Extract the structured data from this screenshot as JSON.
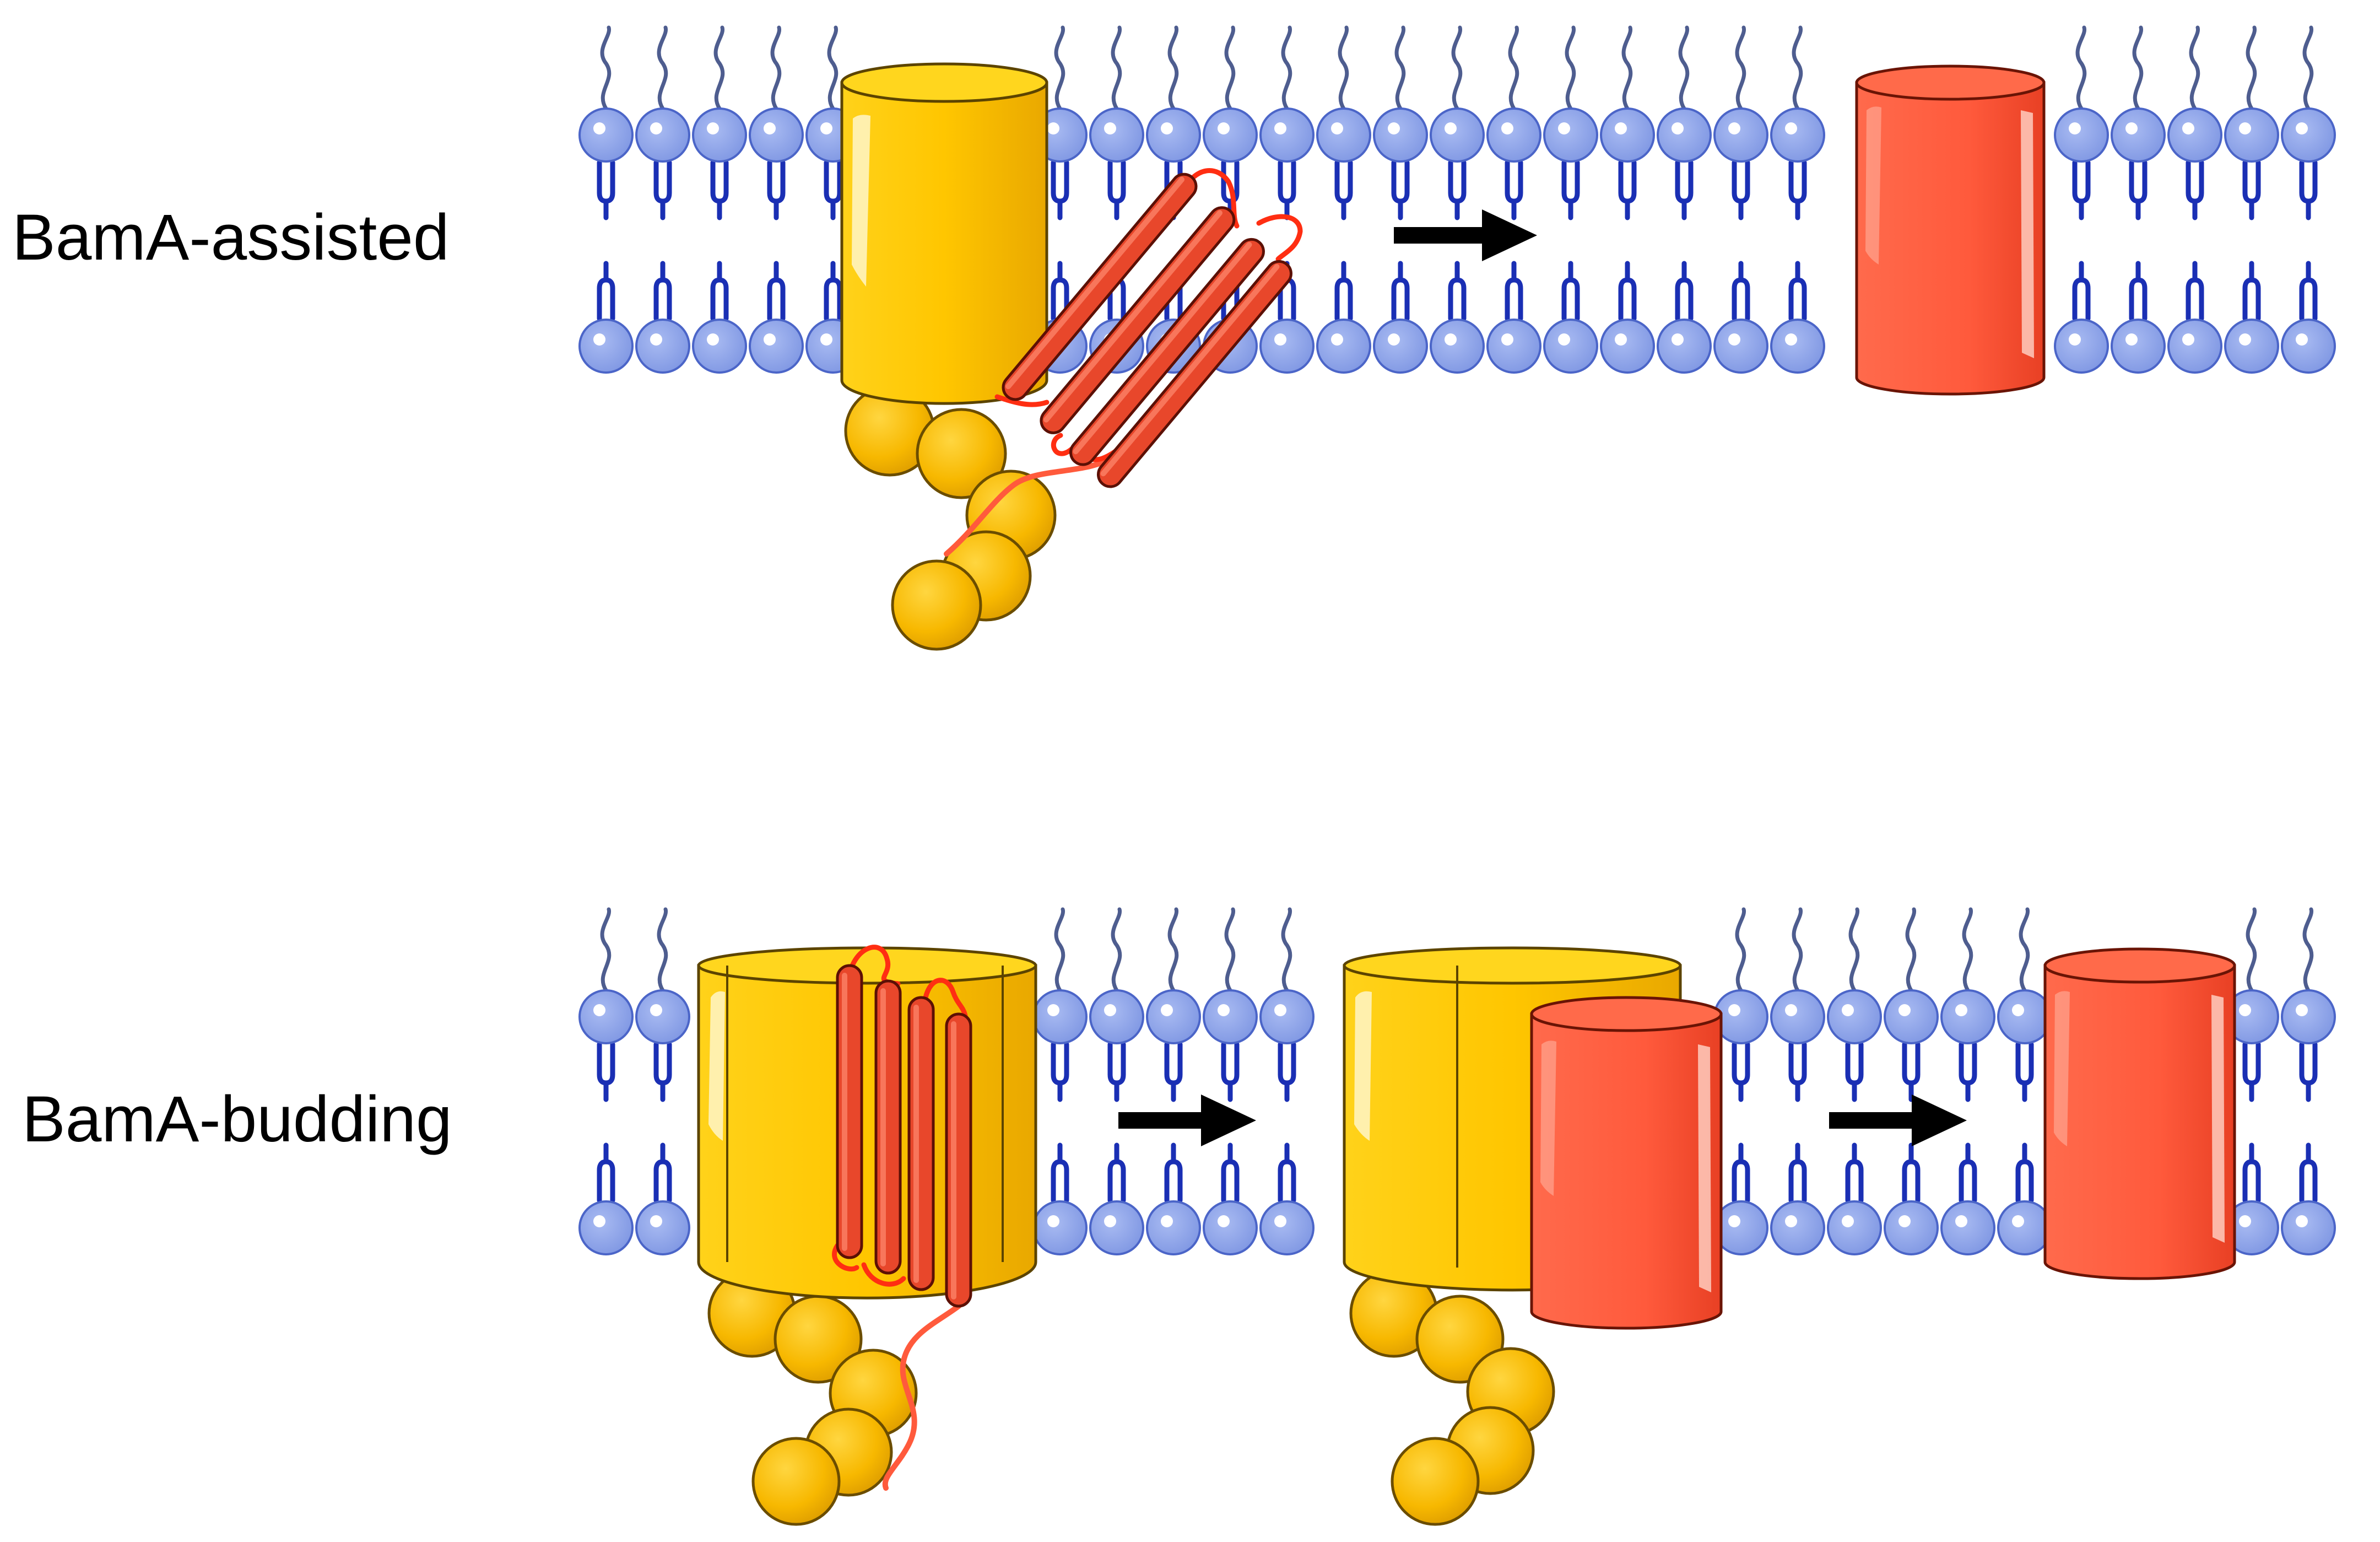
{
  "labels": {
    "top": "BamA-assisted",
    "bottom": "BamA-budding"
  },
  "colors": {
    "background": "#ffffff",
    "lipid_head": "#8ea6ec",
    "lipid_head_stroke": "#4b65c8",
    "lipid_tail": "#1a2fb4",
    "lipid_chain": "#4e5d8f",
    "bama_barrel": "#ffc600",
    "bama_barrel_stroke": "#5c4400",
    "potra": "#f8bc00",
    "substrate_barrel": "#ff5a3c",
    "substrate_barrel_stroke": "#6a1405",
    "strand": "#e8472b",
    "loop": "#ff2e12",
    "arrow": "#000000"
  },
  "icons": [
    "lipid-bilayer",
    "bama-barrel-icon",
    "potra-domain-icon",
    "beta-strand-icon",
    "substrate-barrel-icon",
    "arrow-right-icon"
  ]
}
